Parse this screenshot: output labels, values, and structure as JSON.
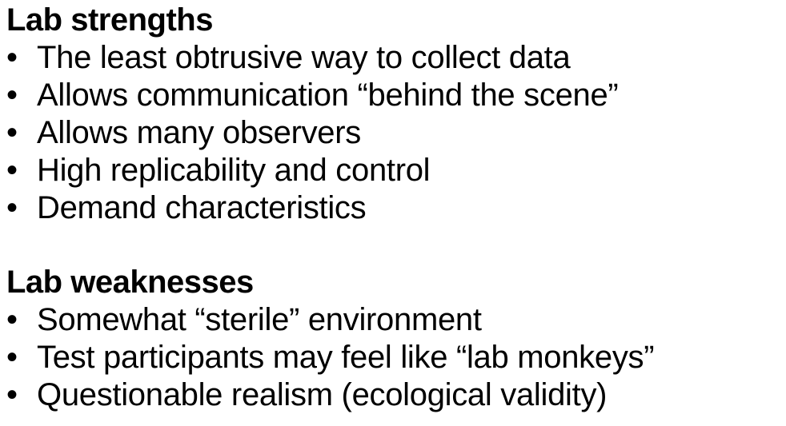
{
  "strengths": {
    "title": "Lab strengths",
    "items": [
      "The least obtrusive way to collect data",
      "Allows communication “behind the scene”",
      "Allows many observers",
      "High replicability and control",
      "Demand characteristics"
    ]
  },
  "weaknesses": {
    "title": "Lab weaknesses",
    "items": [
      "Somewhat “sterile” environment",
      "Test participants may feel like “lab monkeys”",
      "Questionable realism (ecological validity)"
    ]
  },
  "bullet_char": "•"
}
